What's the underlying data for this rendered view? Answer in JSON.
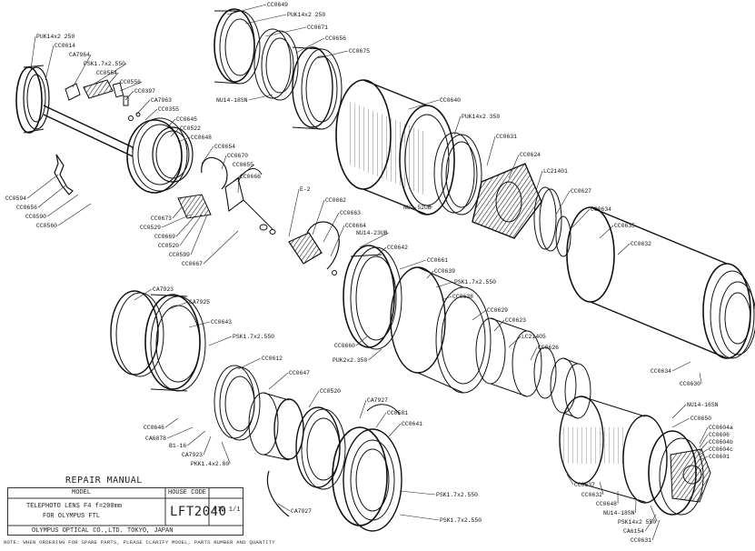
{
  "callouts": [
    {
      "id": "PUK14x2 250-a",
      "text": "PUK14x2 250"
    },
    {
      "id": "CC0614",
      "text": "CC0614"
    },
    {
      "id": "CA7964",
      "text": "CA7964"
    },
    {
      "id": "PSK1.7x2.550",
      "text": "PSK1.7x2.550"
    },
    {
      "id": "CC0554",
      "text": "CC0554"
    },
    {
      "id": "CC0556",
      "text": "CC0556"
    },
    {
      "id": "CC0397",
      "text": "CC0397"
    },
    {
      "id": "CA7963",
      "text": "CA7963"
    },
    {
      "id": "CC0355",
      "text": "CC0355"
    },
    {
      "id": "CC0645",
      "text": "CC0645"
    },
    {
      "id": "CC0522",
      "text": "CC0522"
    },
    {
      "id": "CC0648",
      "text": "CC0648"
    },
    {
      "id": "CC0654",
      "text": "CC0654"
    },
    {
      "id": "CC0670",
      "text": "CC0670"
    },
    {
      "id": "CC0655",
      "text": "CC0655"
    },
    {
      "id": "CC0666",
      "text": "CC0666"
    },
    {
      "id": "E-2",
      "text": "E-2"
    },
    {
      "id": "CC0662",
      "text": "CC0662"
    },
    {
      "id": "CC0663",
      "text": "CC0663"
    },
    {
      "id": "CC0664",
      "text": "CC0664"
    },
    {
      "id": "CC0594",
      "text": "CC0594"
    },
    {
      "id": "CC0656",
      "text": "CC0656"
    },
    {
      "id": "CC0590",
      "text": "CC0590"
    },
    {
      "id": "CC0560",
      "text": "CC0560"
    },
    {
      "id": "CC0673",
      "text": "CC0673"
    },
    {
      "id": "CC0529",
      "text": "CC0529"
    },
    {
      "id": "CC0669",
      "text": "CC0669"
    },
    {
      "id": "CC0520",
      "text": "CC0520"
    },
    {
      "id": "CC0599",
      "text": "CC0599"
    },
    {
      "id": "CC0667",
      "text": "CC0667"
    },
    {
      "id": "CC0649",
      "text": "CC0649"
    },
    {
      "id": "PUK14x2 250-b",
      "text": "PUK14x2 250"
    },
    {
      "id": "CC0671",
      "text": "CC0671"
    },
    {
      "id": "CC0656b",
      "text": "CC0656"
    },
    {
      "id": "CC0675",
      "text": "CC0675"
    },
    {
      "id": "NU14-18SN",
      "text": "NU14-18SN"
    },
    {
      "id": "CC0640",
      "text": "CC0640"
    },
    {
      "id": "PUK14x2 350",
      "text": "PUK14x2 350"
    },
    {
      "id": "CC0631",
      "text": "CC0631"
    },
    {
      "id": "CC0624",
      "text": "CC0624"
    },
    {
      "id": "LC21401",
      "text": "LC21401"
    },
    {
      "id": "NU2-52UB",
      "text": "NU2-52UB"
    },
    {
      "id": "CC0627",
      "text": "CC0627"
    },
    {
      "id": "CC0634",
      "text": "CC0634"
    },
    {
      "id": "CC0635",
      "text": "CC0635"
    },
    {
      "id": "CC0632",
      "text": "CC0632"
    },
    {
      "id": "NU14-23UB",
      "text": "NU14-23UB"
    },
    {
      "id": "CC0642",
      "text": "CC0642"
    },
    {
      "id": "CC0661",
      "text": "CC0661"
    },
    {
      "id": "CC0639",
      "text": "CC0639"
    },
    {
      "id": "PSK1.7x2.550b",
      "text": "PSK1.7x2.550"
    },
    {
      "id": "CC0638",
      "text": "CC0638"
    },
    {
      "id": "CC0629",
      "text": "CC0629"
    },
    {
      "id": "CC0623",
      "text": "CC0623"
    },
    {
      "id": "LC21405",
      "text": "LC21405"
    },
    {
      "id": "CC0626",
      "text": "CC0626"
    },
    {
      "id": "CC0660",
      "text": "CC0660"
    },
    {
      "id": "PUK2x2.350",
      "text": "PUK2x2.350"
    },
    {
      "id": "CC0634b",
      "text": "CC0634"
    },
    {
      "id": "CC0630",
      "text": "CC0630"
    },
    {
      "id": "CA7923",
      "text": "CA7923"
    },
    {
      "id": "CA7925",
      "text": "CA7925"
    },
    {
      "id": "CC0643",
      "text": "CC0643"
    },
    {
      "id": "PSK1.7x2.550c",
      "text": "PSK1.7x2.550"
    },
    {
      "id": "CC0612",
      "text": "CC0612"
    },
    {
      "id": "CC0647",
      "text": "CC0647"
    },
    {
      "id": "CC0520b",
      "text": "CC0520"
    },
    {
      "id": "CA7927",
      "text": "CA7927"
    },
    {
      "id": "CC0581",
      "text": "CC0581"
    },
    {
      "id": "CC0641",
      "text": "CC0641"
    },
    {
      "id": "CC0646",
      "text": "CC0646"
    },
    {
      "id": "CA6878",
      "text": "CA6878"
    },
    {
      "id": "B1-16",
      "text": "B1-16"
    },
    {
      "id": "CA7923b",
      "text": "CA7923"
    },
    {
      "id": "PKK1.4x2.80",
      "text": "PKK1.4x2.80"
    },
    {
      "id": "CA7927b",
      "text": "CA7927"
    },
    {
      "id": "PSK1.7x2.550d",
      "text": "PSK1.7x2.550"
    },
    {
      "id": "PSK1.7x2.550e",
      "text": "PSK1.7x2.550"
    },
    {
      "id": "NU14-16SN",
      "text": "NU14-16SN"
    },
    {
      "id": "CC0650",
      "text": "CC0650"
    },
    {
      "id": "CC0604a",
      "text": "CC0604a"
    },
    {
      "id": "CC0606",
      "text": "CC0606"
    },
    {
      "id": "CC0604b",
      "text": "CC0604b"
    },
    {
      "id": "CC0604c",
      "text": "CC0604c"
    },
    {
      "id": "CC0601",
      "text": "CC0601"
    },
    {
      "id": "CC0637",
      "text": "CC0637"
    },
    {
      "id": "CC0632b",
      "text": "CC0632"
    },
    {
      "id": "CC0648b",
      "text": "CC0648"
    },
    {
      "id": "NU14-18SNb",
      "text": "NU14-18SN"
    },
    {
      "id": "PSK14x2 550",
      "text": "PSK14x2 550"
    },
    {
      "id": "CA6154",
      "text": "CA6154"
    },
    {
      "id": "CC0631b",
      "text": "CC0631"
    }
  ],
  "legend": {
    "title": "REPAIR MANUAL",
    "model_header": "MODEL",
    "house_code_header": "HOUSE CODE",
    "model_line1": "TELEPHOTO LENS F4 f=200mm",
    "model_line2": "FOR OLYMPUS FTL",
    "house_code": "LFT2040",
    "fig": "FIG 1/1",
    "company": "OLYMPUS OPTICAL CO.,LTD. TOKYO, JAPAN"
  },
  "footer_note": "NOTE: WHEN ORDERING FOR SPARE PARTS, PLEASE CLARIFY MODEL, PARTS NUMBER AND QUANTITY"
}
